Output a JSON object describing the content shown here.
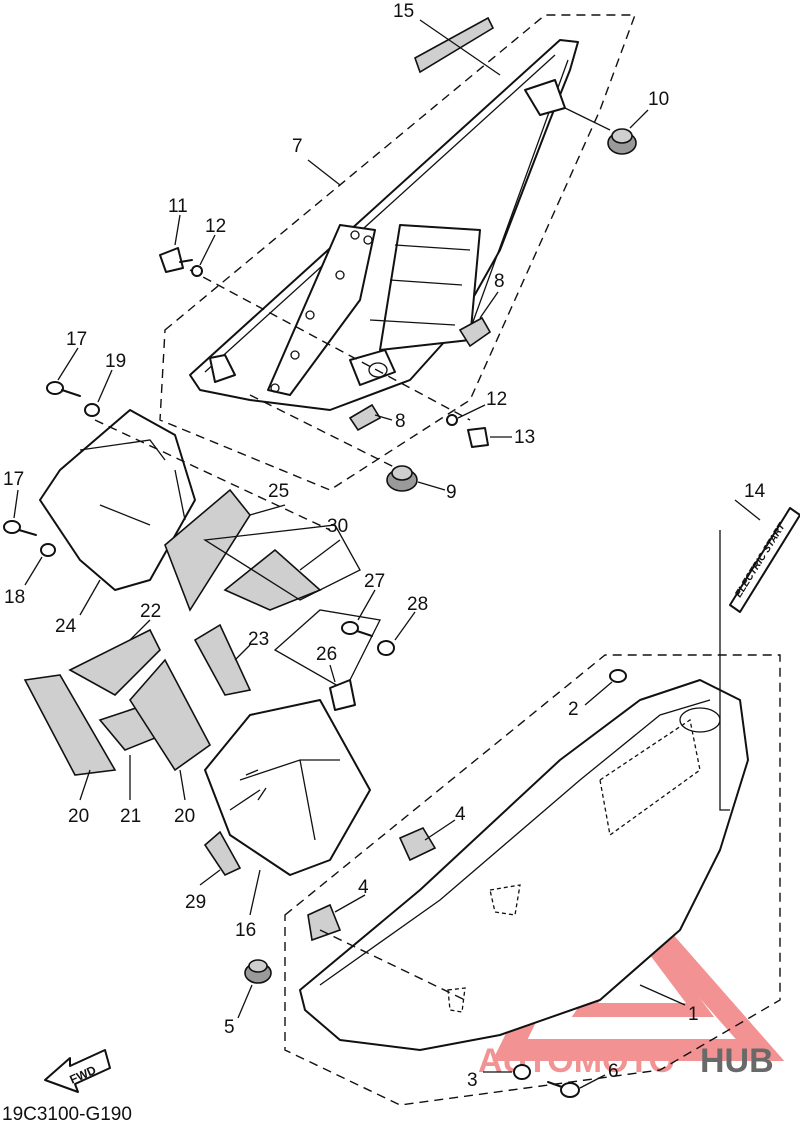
{
  "callouts": {
    "c1": "1",
    "c2": "2",
    "c3": "3",
    "c4a": "4",
    "c4b": "4",
    "c5": "5",
    "c6": "6",
    "c7": "7",
    "c8a": "8",
    "c8b": "8",
    "c9": "9",
    "c10": "10",
    "c11": "11",
    "c12a": "12",
    "c12b": "12",
    "c13": "13",
    "c14": "14",
    "c15": "15",
    "c16": "16",
    "c17a": "17",
    "c17b": "17",
    "c18": "18",
    "c19": "19",
    "c20a": "20",
    "c20b": "20",
    "c21": "21",
    "c22": "22",
    "c23": "23",
    "c24": "24",
    "c25": "25",
    "c26": "26",
    "c27": "27",
    "c28": "28",
    "c29": "29",
    "c30": "30"
  },
  "diagram_code": "19C3100-G190",
  "fwd_label": "FWD",
  "sticker_text": "ELECTRIC START",
  "watermark": {
    "text_auto": "AUTOMOTO",
    "text_hub": "HUB",
    "color_red": "#f08080",
    "color_dark": "#505050"
  }
}
